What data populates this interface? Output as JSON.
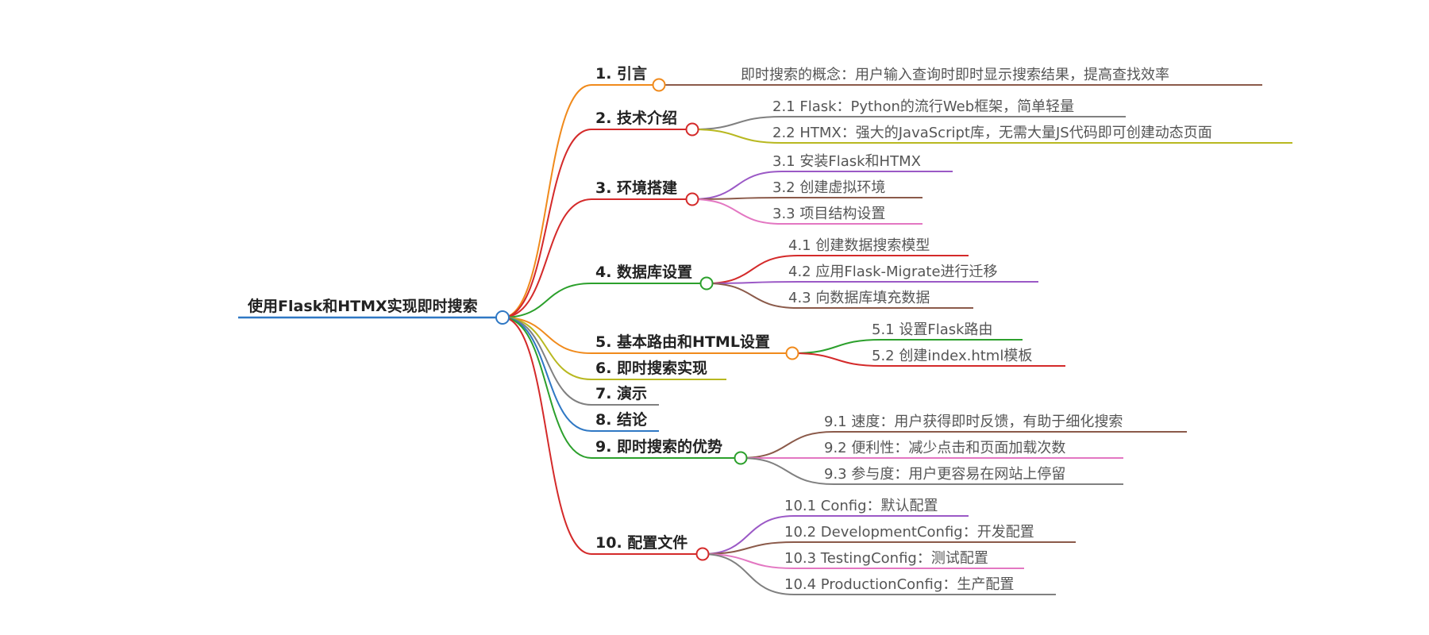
{
  "root": {
    "label": "使用Flask和HTMX实现即时搜索",
    "color": "#2f78c4"
  },
  "branches": [
    {
      "label": "1. 引言",
      "color": "#f08a1c",
      "children": [
        {
          "label": "即时搜索的概念：用户输入查询时即时显示搜索结果，提高查找效率",
          "color": "#8b5a4a"
        }
      ]
    },
    {
      "label": "2. 技术介绍",
      "color": "#d42a2a",
      "children": [
        {
          "label": "2.1 Flask：Python的流行Web框架，简单轻量",
          "color": "#808080"
        },
        {
          "label": "2.2 HTMX：强大的JavaScript库，无需大量JS代码即可创建动态页面",
          "color": "#b8b820"
        }
      ]
    },
    {
      "label": "3. 环境搭建",
      "color": "#d42a2a",
      "children": [
        {
          "label": "3.1 安装Flask和HTMX",
          "color": "#9b59c6"
        },
        {
          "label": "3.2 创建虚拟环境",
          "color": "#8b5a4a"
        },
        {
          "label": "3.3 项目结构设置",
          "color": "#e377c2"
        }
      ]
    },
    {
      "label": "4. 数据库设置",
      "color": "#2ca02c",
      "children": [
        {
          "label": "4.1 创建数据搜索模型",
          "color": "#d42a2a"
        },
        {
          "label": "4.2 应用Flask-Migrate进行迁移",
          "color": "#9b59c6"
        },
        {
          "label": "4.3 向数据库填充数据",
          "color": "#8b5a4a"
        }
      ]
    },
    {
      "label": "5. 基本路由和HTML设置",
      "color": "#f08a1c",
      "children": [
        {
          "label": "5.1 设置Flask路由",
          "color": "#2ca02c"
        },
        {
          "label": "5.2 创建index.html模板",
          "color": "#d42a2a"
        }
      ]
    },
    {
      "label": "6. 即时搜索实现",
      "color": "#b8b820",
      "children": []
    },
    {
      "label": "7. 演示",
      "color": "#808080",
      "children": []
    },
    {
      "label": "8. 结论",
      "color": "#2f78c4",
      "children": []
    },
    {
      "label": "9. 即时搜索的优势",
      "color": "#2ca02c",
      "children": [
        {
          "label": "9.1 速度：用户获得即时反馈，有助于细化搜索",
          "color": "#8b5a4a"
        },
        {
          "label": "9.2 便利性：减少点击和页面加载次数",
          "color": "#e377c2"
        },
        {
          "label": "9.3 参与度：用户更容易在网站上停留",
          "color": "#808080"
        }
      ]
    },
    {
      "label": "10. 配置文件",
      "color": "#d42a2a",
      "children": [
        {
          "label": "10.1 Config：默认配置",
          "color": "#9b59c6"
        },
        {
          "label": "10.2 DevelopmentConfig：开发配置",
          "color": "#8b5a4a"
        },
        {
          "label": "10.3 TestingConfig：测试配置",
          "color": "#e377c2"
        },
        {
          "label": "10.4 ProductionConfig：生产配置",
          "color": "#808080"
        }
      ]
    }
  ]
}
